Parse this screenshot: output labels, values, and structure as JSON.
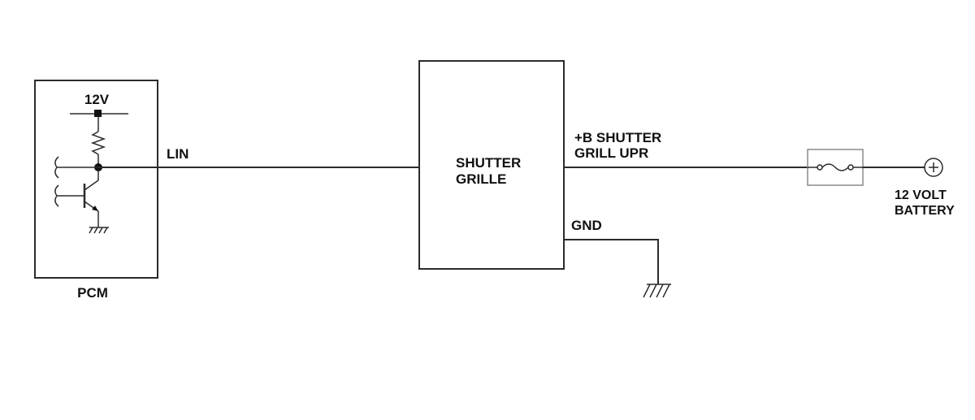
{
  "pcm": {
    "label": "PCM",
    "supply_label": "12V"
  },
  "wires": {
    "lin_label": "LIN",
    "b_plus_line1": "+B SHUTTER",
    "b_plus_line2": "GRILL UPR",
    "gnd_label": "GND"
  },
  "shutter": {
    "line1": "SHUTTER",
    "line2": "GRILLE"
  },
  "battery": {
    "line1": "12 VOLT",
    "line2": "BATTERY"
  }
}
